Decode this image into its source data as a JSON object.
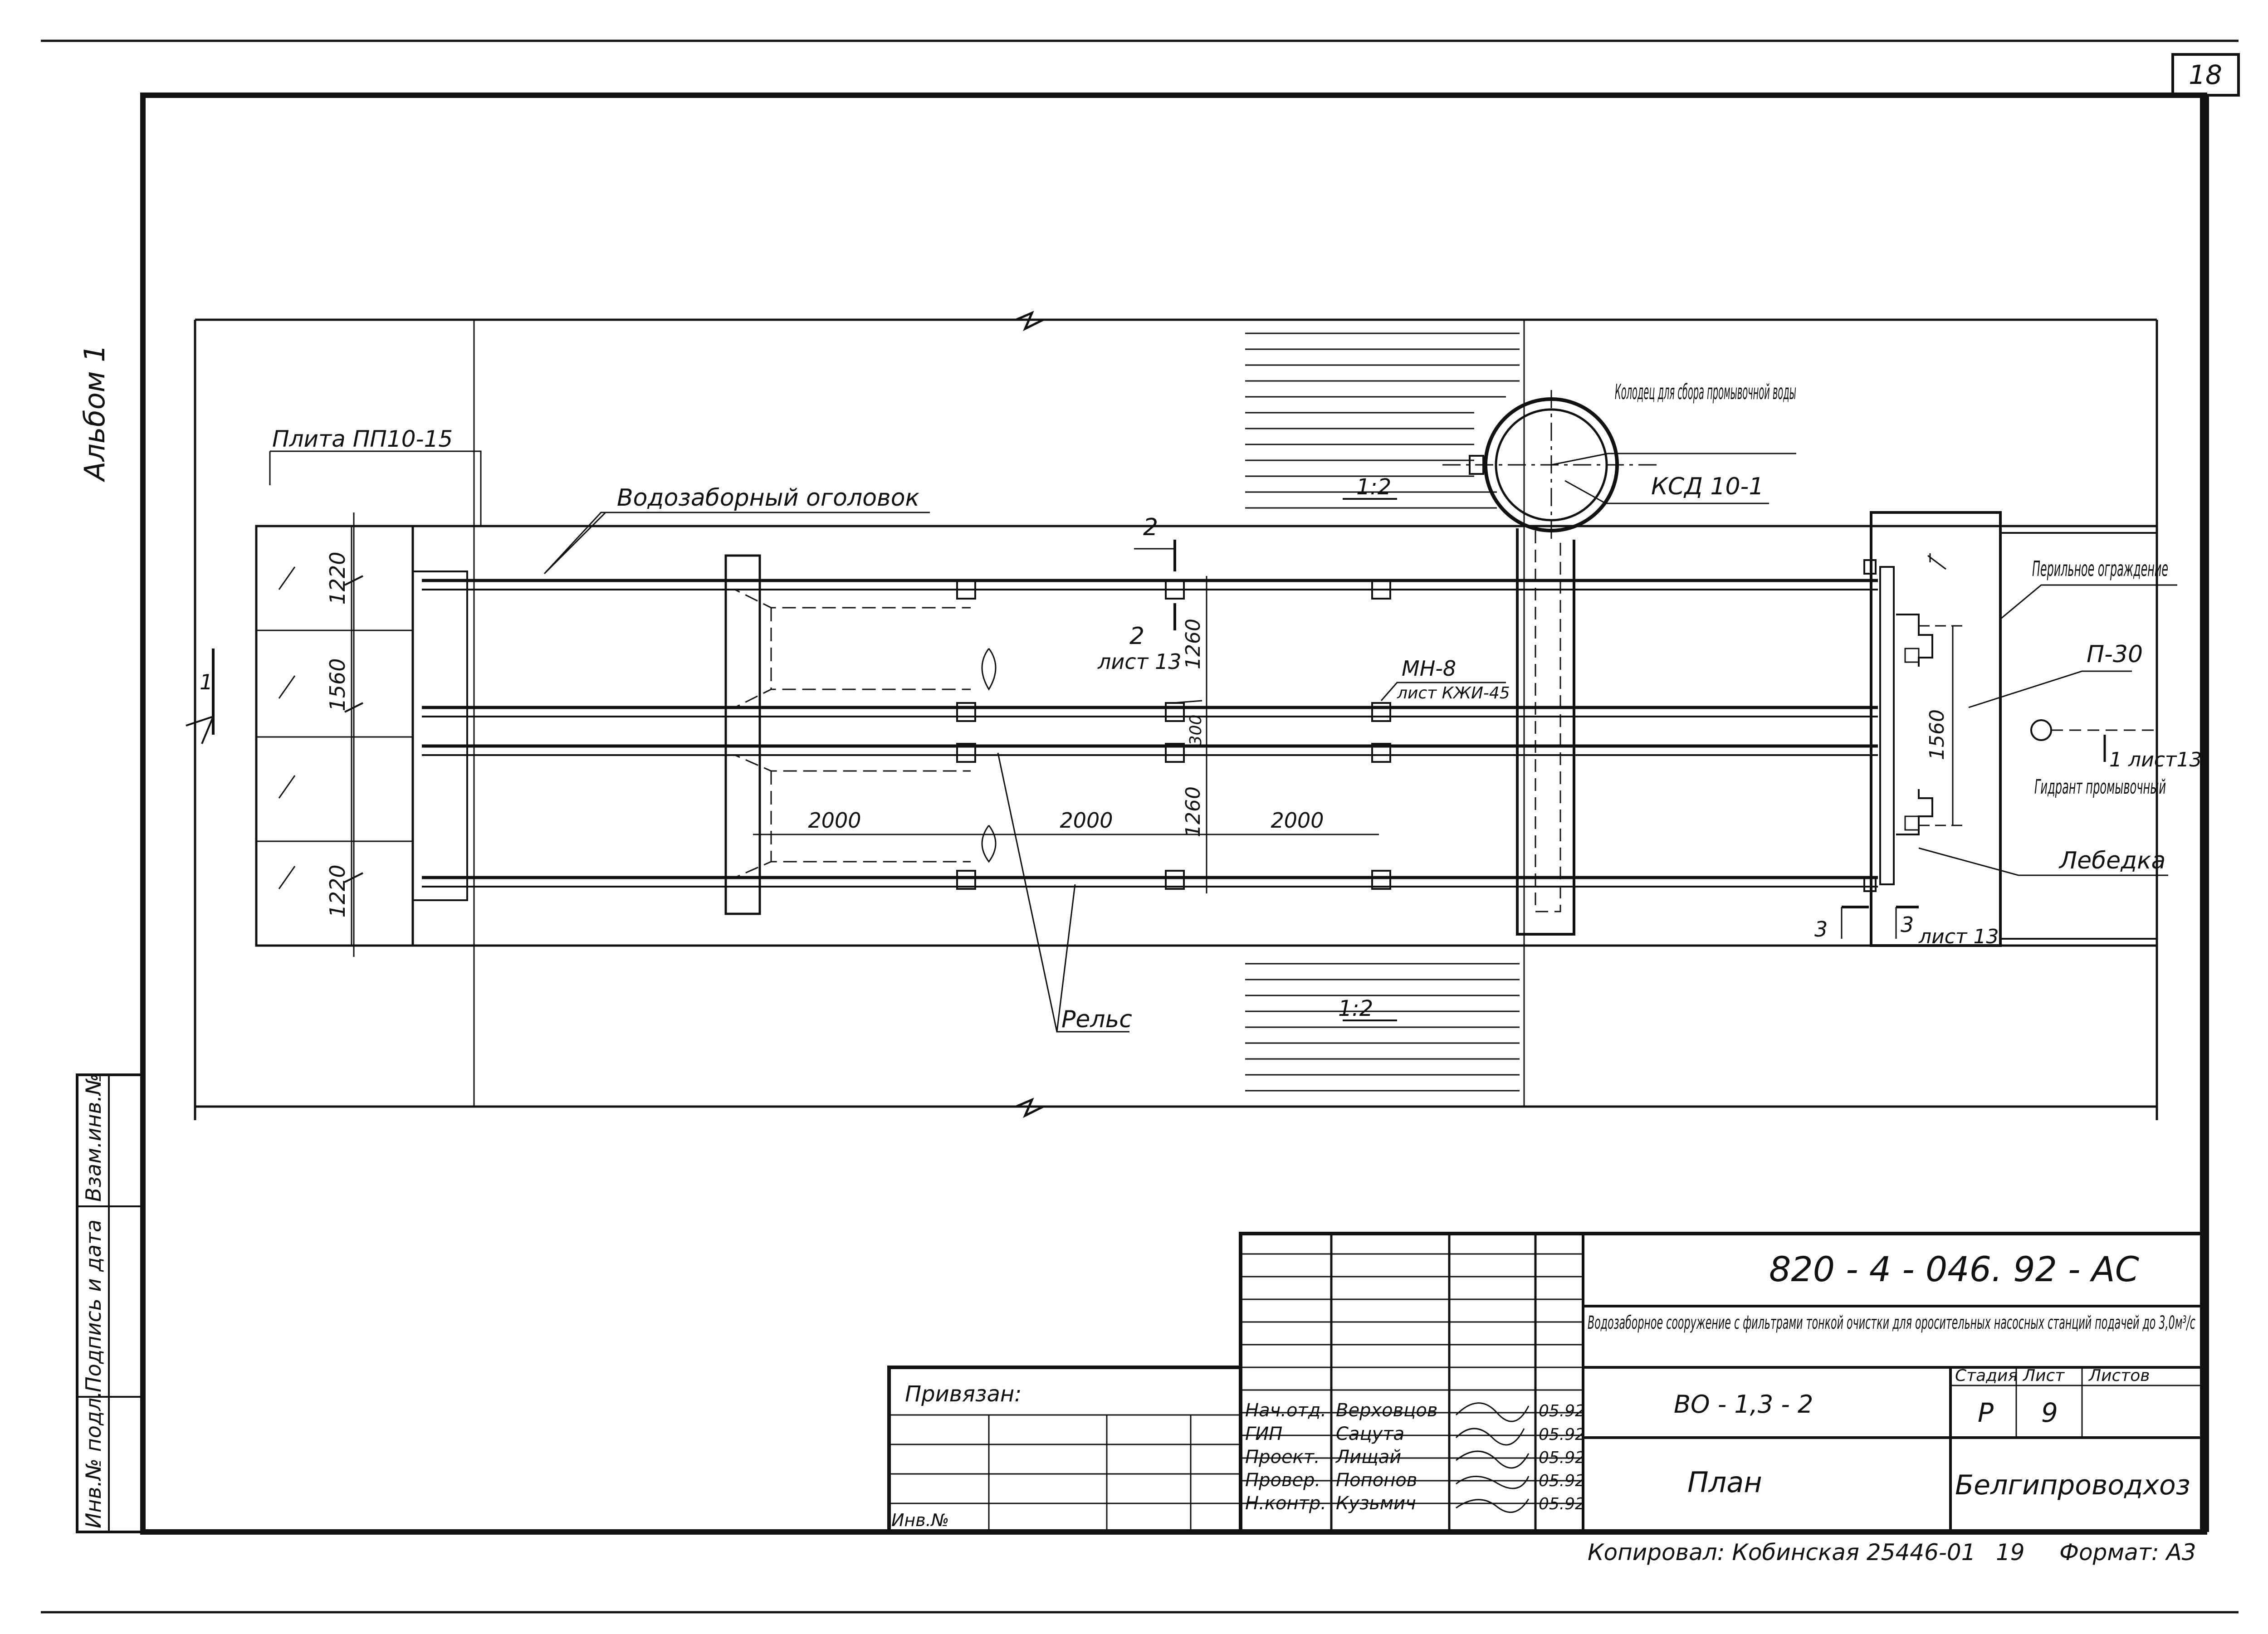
{
  "sheet": {
    "number": "18",
    "album": "Альбом 1",
    "background": "#ffffff",
    "ink": "#111111"
  },
  "labels": {
    "plate": "Плита ПП10-15",
    "intake_head": "Водозаборный оголовок",
    "well": "Колодец для сбора промывочной воды",
    "well_type": "КСД 10-1",
    "railing": "Перильное ограждение",
    "p30": "П-30",
    "hydrant": "Гидрант промывочный",
    "winch": "Лебедка",
    "rail": "Рельс",
    "mn8": "МН-8",
    "mn8_ref": "лист КЖИ-45",
    "slope_top": "1:2",
    "slope_bottom": "1:2",
    "sec1_num": "1",
    "sec1_ref": "1 лист13",
    "sec2_num_top": "2",
    "sec2_num_bottom": "2",
    "sec2_ref": "лист 13",
    "sec3_num_left": "3",
    "sec3_num_right": "3",
    "sec3_ref": "лист 13"
  },
  "dimensions": {
    "d1220_top": "1220",
    "d1560_left": "1560",
    "d1220_bottom": "1220",
    "d1260_top": "1260",
    "d300": "300",
    "d1260_bottom": "1260",
    "d2000_a": "2000",
    "d2000_b": "2000",
    "d2000_c": "2000",
    "d1560_right": "1560"
  },
  "left_stamp": {
    "inv_no": "Инв.№ подл.",
    "sign_date": "Подпись и дата",
    "replace_inv": "Взам.инв.№"
  },
  "title_block": {
    "code": "820 - 4 - 046. 92 - АС",
    "description": "Водозаборное сооружение с фильтрами тонкой очистки для оросительных насосных станций подачей до 3,0м³/с",
    "sheet_name": "ВО - 1,3 - 2",
    "drawing": "План",
    "org": "Белгипроводхоз",
    "stage_header": "Стадия",
    "sheet_header": "Лист",
    "sheets_header": "Листов",
    "stage": "Р",
    "sheet": "9",
    "bound": "Привязан:",
    "inv_field": "Инв.№",
    "roles": [
      "Нач.отд.",
      "ГИП",
      "Проект.",
      "Провер.",
      "Н.контр."
    ],
    "names": [
      "Верховцов",
      "Сацута",
      "Лищай",
      "Попонов",
      "Кузьмич"
    ],
    "signatures": [
      "signature",
      "signature",
      "signature",
      "signature",
      "signature"
    ],
    "dates": [
      "05.92",
      "05.92",
      "05.92",
      "05.92",
      "05.92"
    ]
  },
  "footer": {
    "copied": "Копировал: Кобинская 25446-01",
    "page": "19",
    "format": "Формат: А3"
  }
}
